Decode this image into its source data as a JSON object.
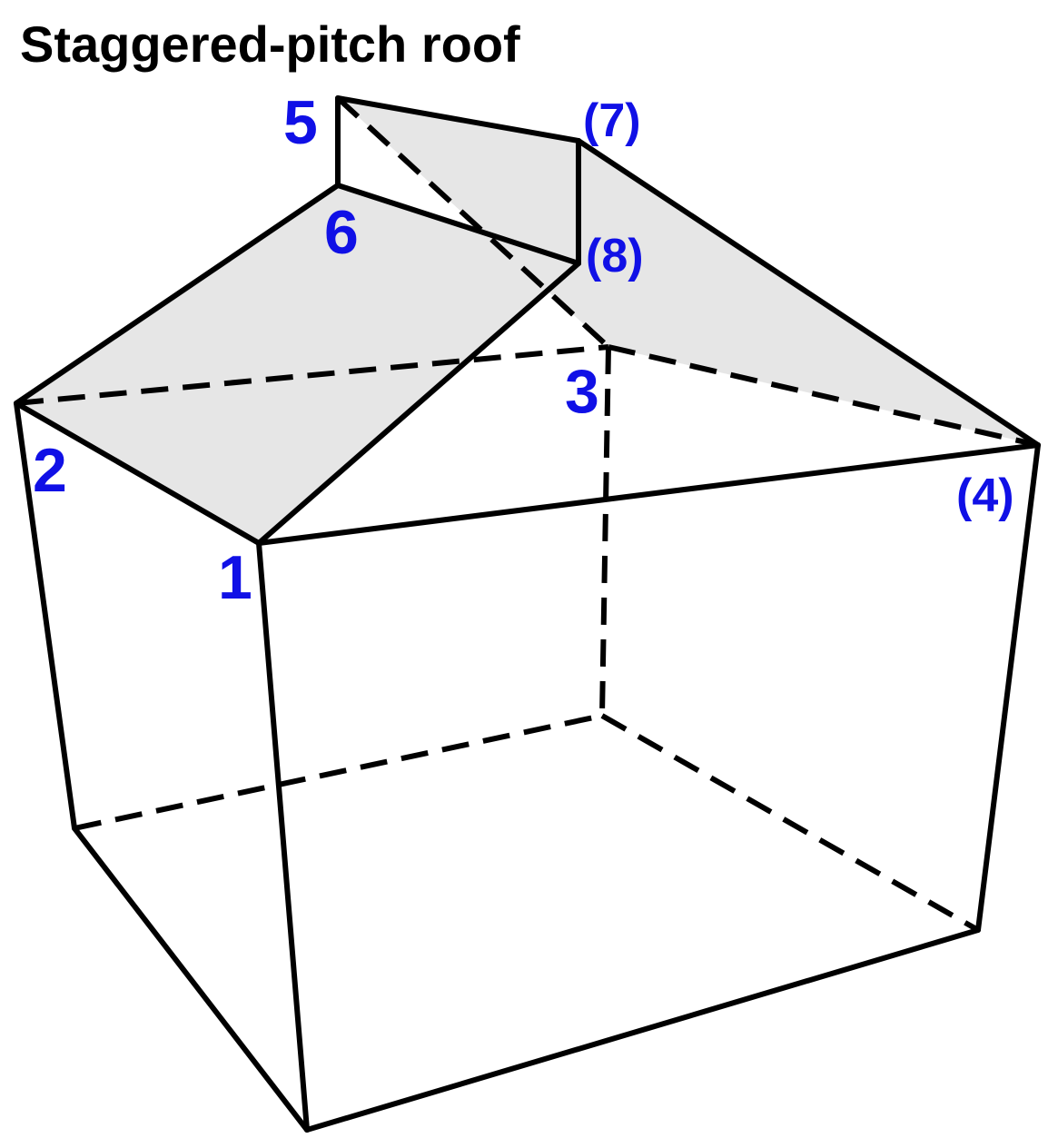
{
  "title": "Staggered-pitch roof",
  "colors": {
    "edge": "#000000",
    "label": "#1010e6",
    "roof_fill": "#e6e6e6"
  },
  "vertices": {
    "v1": "1",
    "v2": "2",
    "v3": "3",
    "v4": "(4)",
    "v5": "5",
    "v6": "6",
    "v7": "(7)",
    "v8": "(8)"
  }
}
